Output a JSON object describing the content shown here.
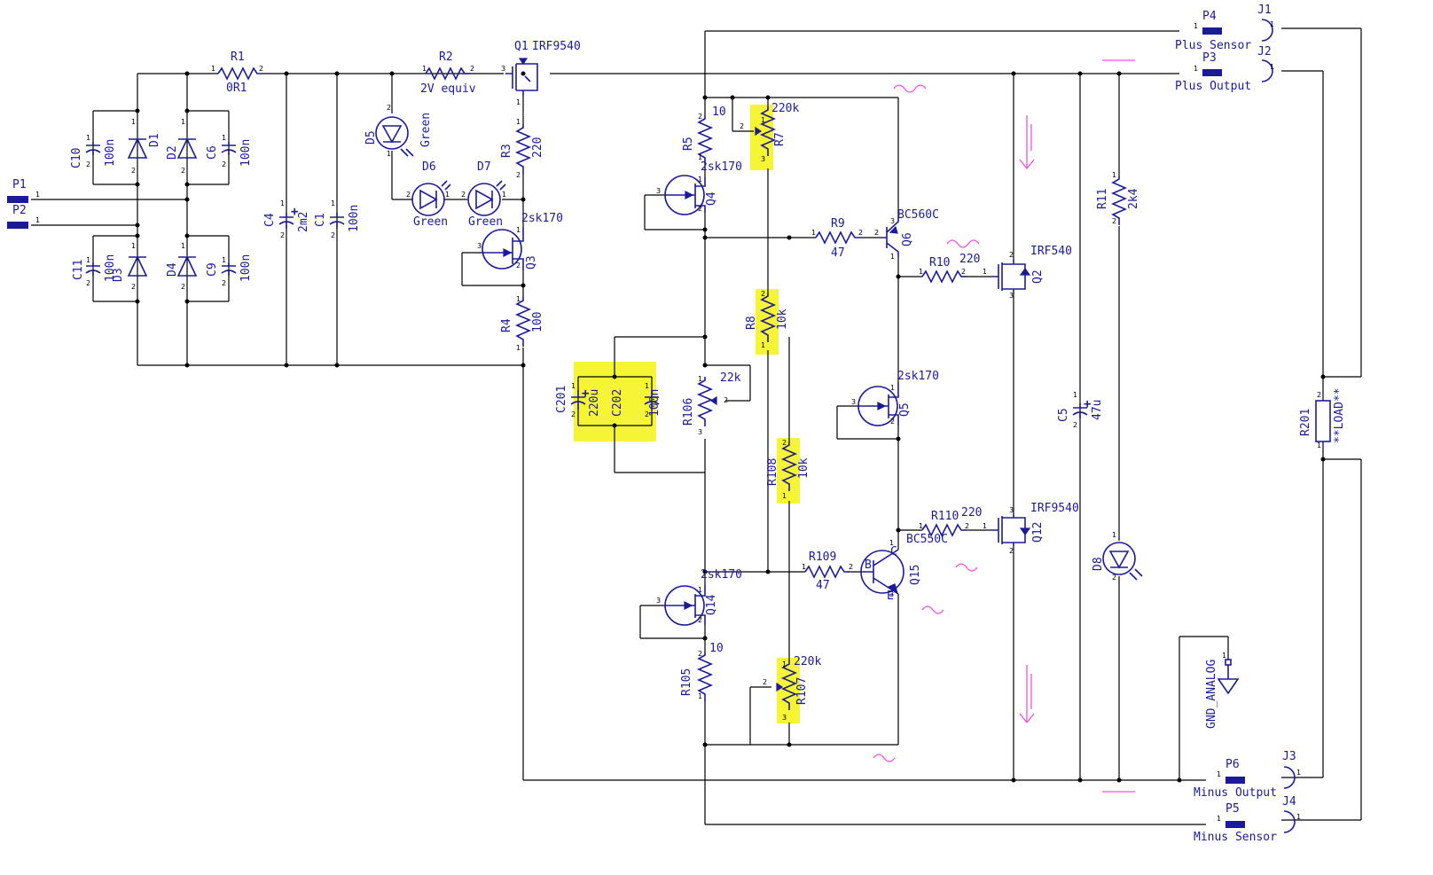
{
  "labels": {
    "P1": "P1",
    "P2": "P2",
    "P3": "P3",
    "P4": "P4",
    "P5": "P5",
    "P6": "P6",
    "J1": "J1",
    "J2": "J2",
    "J3": "J3",
    "J4": "J4",
    "plus_sensor": "Plus Sensor",
    "plus_output": "Plus Output",
    "minus_output": "Minus Output",
    "minus_sensor": "Minus Sensor",
    "R1": "R1",
    "R1_val": "0R1",
    "R2": "R2",
    "R2_val": "2V equiv",
    "Q1": "Q1",
    "Q1_val": "IRF9540",
    "D5": "D5",
    "D5_val": "Green",
    "D6": "D6",
    "D6_val": "Green",
    "D7": "D7",
    "D7_val": "Green",
    "R3": "R3",
    "R3_val": "220",
    "Q3": "Q3",
    "Q3_val": "2sk170",
    "R4": "R4",
    "R4_val": "100",
    "C4": "C4",
    "C4_val": "2m2",
    "C1": "C1",
    "C1_val": "100n",
    "C10": "C10",
    "C10_val": "100n",
    "C6": "C6",
    "C6_val": "100n",
    "C11": "C11",
    "C11_val": "100n",
    "C9": "C9",
    "C9_val": "100n",
    "D1": "D1",
    "D2": "D2",
    "D3": "D3",
    "D4": "D4",
    "R5": "R5",
    "R5_val": "10",
    "R7": "R7",
    "R7_val": "220k",
    "Q4": "Q4",
    "Q4_val": "2sk170",
    "R9": "R9",
    "R9_val": "47",
    "Q6": "Q6",
    "Q6_val": "BC560C",
    "R10": "R10",
    "R10_val": "220",
    "Q2": "Q2",
    "Q2_val": "IRF540",
    "R8": "R8",
    "R8_val": "10k",
    "R106": "R106",
    "R106_val": "22k",
    "C201": "C201",
    "C201_val": "220u",
    "C202": "C202",
    "C202_val": "100n",
    "Q5": "Q5",
    "Q5_val": "2sk170",
    "R108": "R108",
    "R108_val": "10k",
    "R110": "R110",
    "R110_val": "220",
    "Q12": "Q12",
    "Q12_val": "IRF9540",
    "Q15": "Q15",
    "Q15_val": "BC550C",
    "R109": "R109",
    "R109_val": "47",
    "Q14": "Q14",
    "Q14_val": "2sk170",
    "R105": "R105",
    "R105_val": "10",
    "R107": "R107",
    "R107_val": "220k",
    "C5": "C5",
    "C5_val": "47u",
    "R11": "R11",
    "R11_val": "2k4",
    "D8": "D8",
    "R201": "R201",
    "R201_val": "**LOAD**",
    "gnd": "GND_ANALOG",
    "pin_B": "B",
    "pin_C": "C",
    "pin_E": "E"
  },
  "colors": {
    "component": "#1b1b9a",
    "wire": "#000000",
    "highlight": "#f5f535",
    "annotation": "#f050e0",
    "background": "#ffffff"
  }
}
